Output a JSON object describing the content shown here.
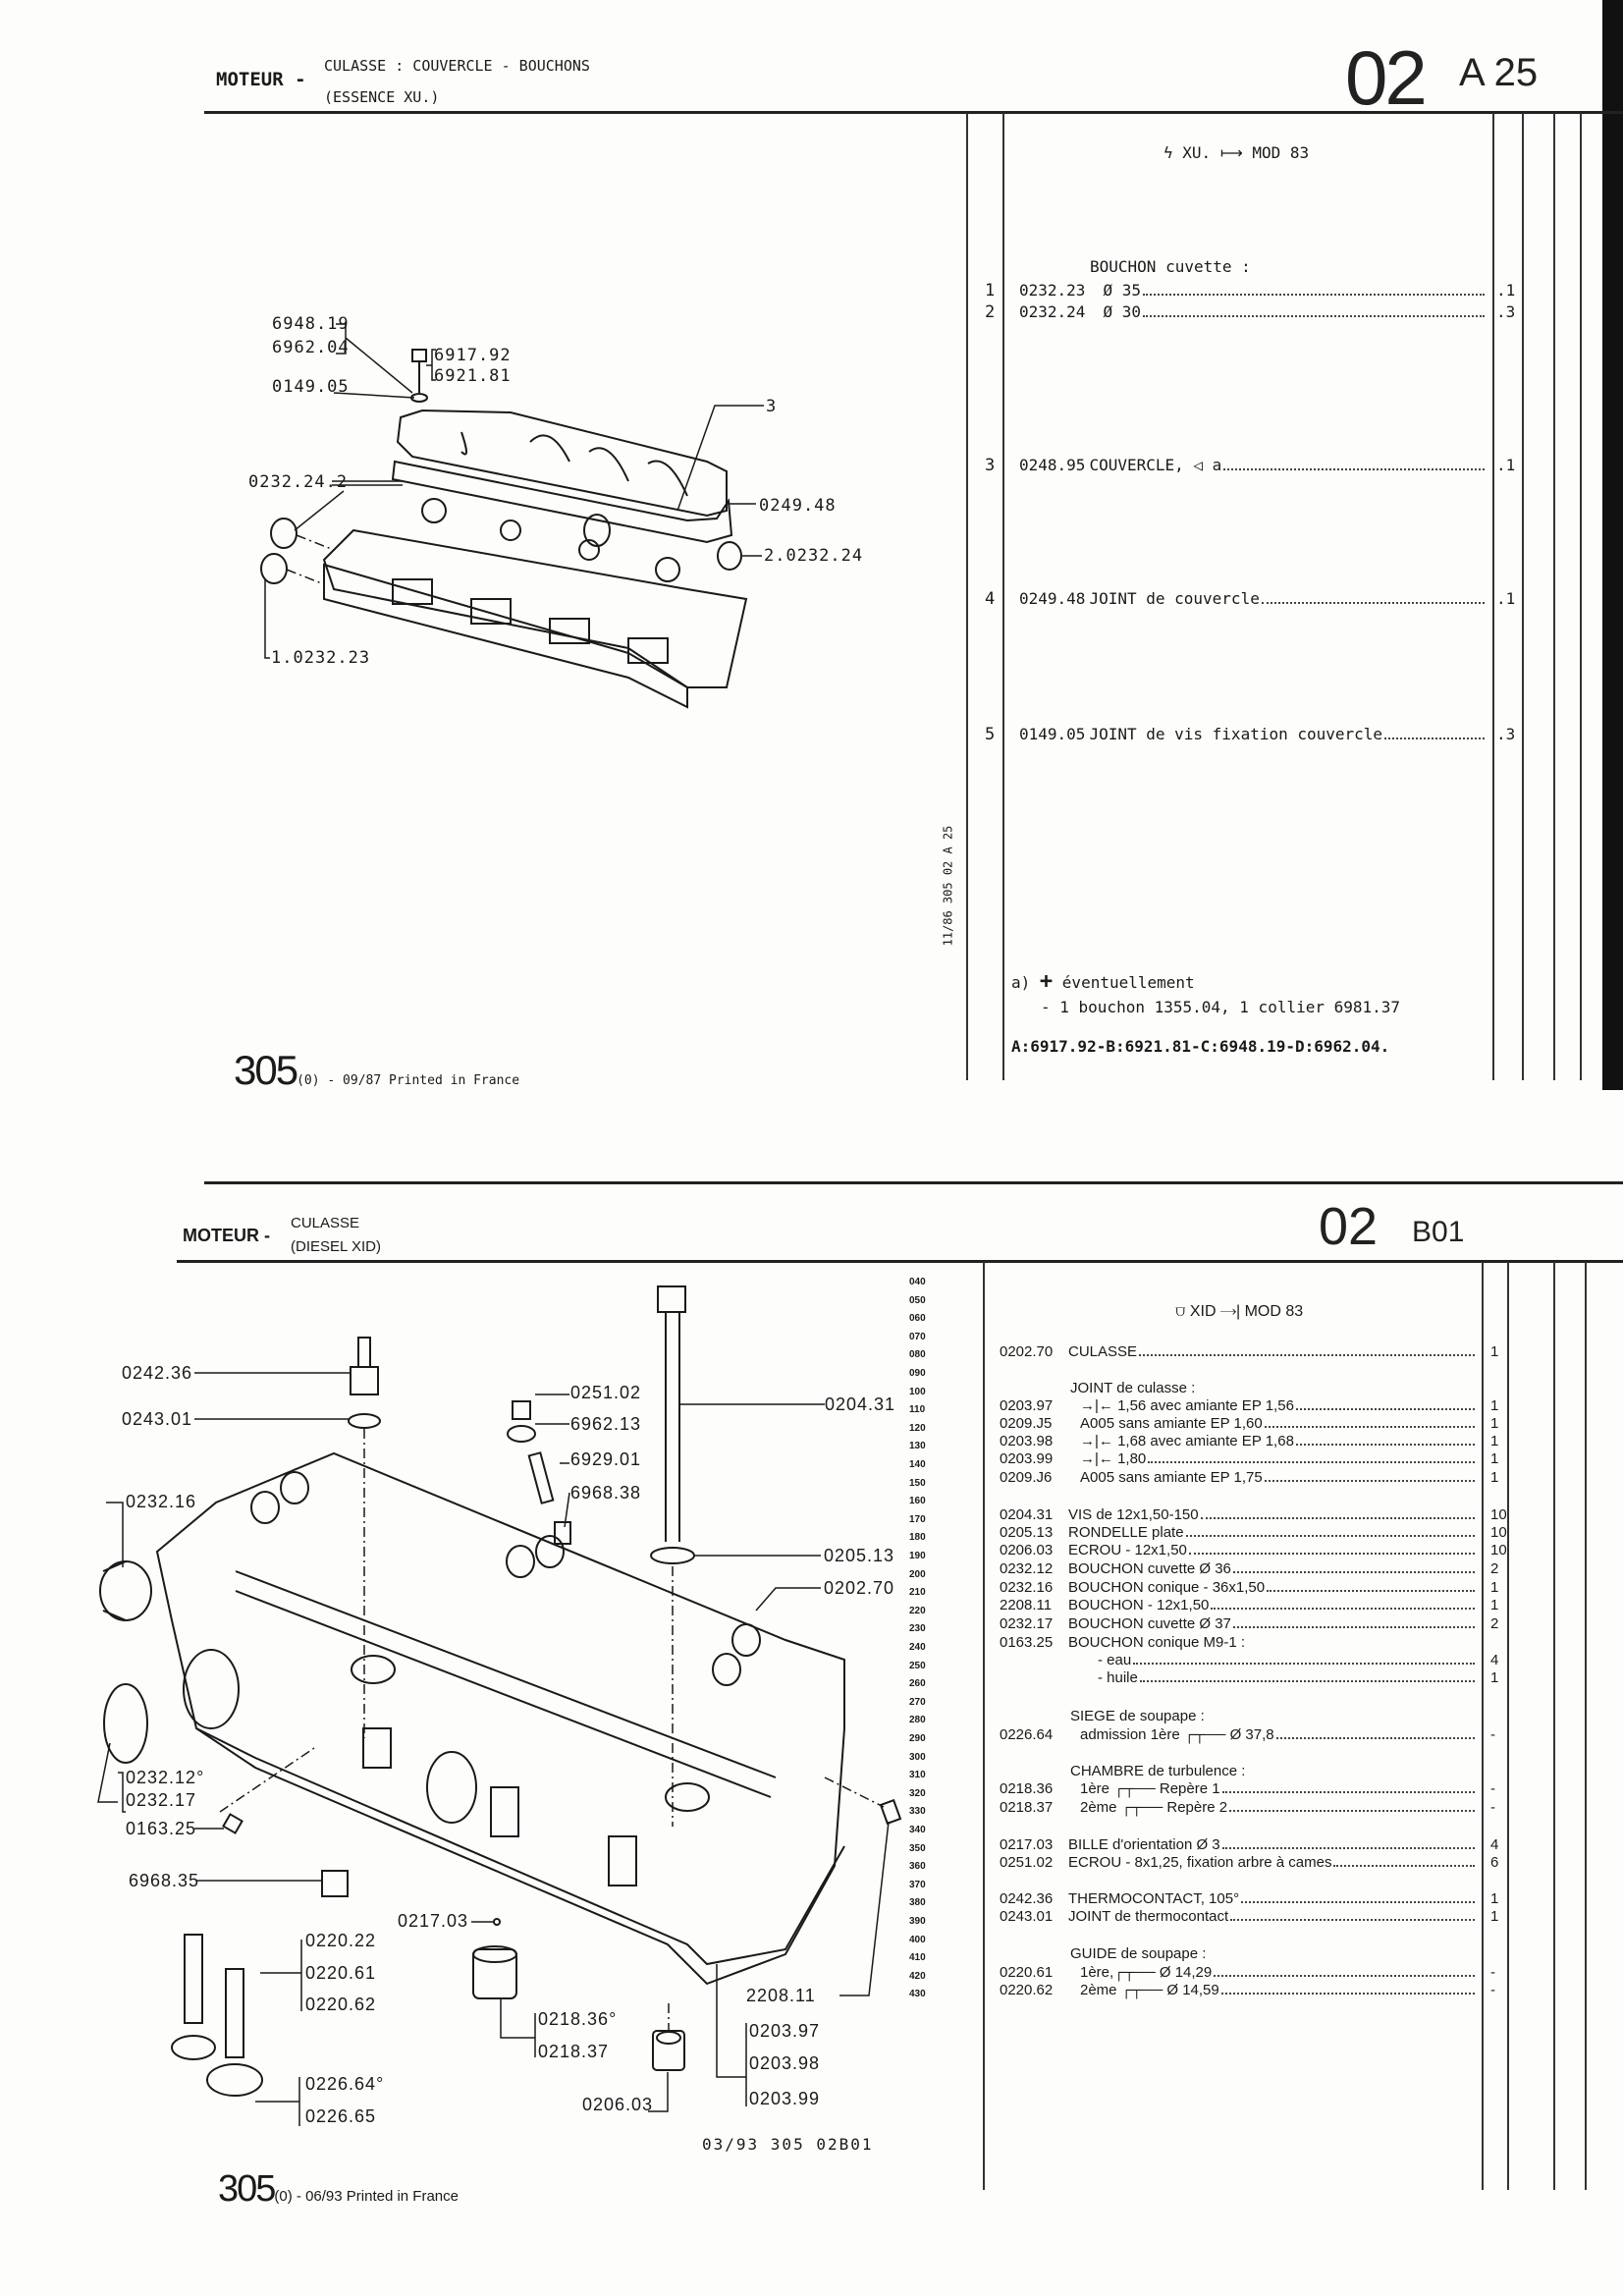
{
  "top_page": {
    "header": {
      "section": "MOTEUR -",
      "title_line1": "CULASSE : COUVERCLE - BOUCHONS",
      "title_line2": "(ESSENCE XU.)",
      "group": "02",
      "page": "A 25"
    },
    "applicability": {
      "icon": "lightning-icon",
      "engine": "XU.",
      "arrow": "from-arrow-icon",
      "model": "MOD 83"
    },
    "items": [
      {
        "ref": "",
        "code": "",
        "desc": "BOUCHON cuvette :",
        "qty": "",
        "header": true
      },
      {
        "ref": "1",
        "code": "0232.23",
        "desc": "Ø 35",
        "qty": ".1"
      },
      {
        "ref": "2",
        "code": "0232.24",
        "desc": "Ø 30",
        "qty": ".3"
      },
      {
        "ref": "3",
        "code": "0248.95",
        "desc": "COUVERCLE, ◁ a",
        "qty": ".1"
      },
      {
        "ref": "4",
        "code": "0249.48",
        "desc": "JOINT de couvercle",
        "qty": ".1"
      },
      {
        "ref": "5",
        "code": "0149.05",
        "desc": "JOINT de vis fixation couvercle",
        "qty": ".3"
      }
    ],
    "notes": {
      "marker": "a)",
      "plus": "+",
      "line1": "éventuellement",
      "line2": "- 1 bouchon 1355.04, 1 collier 6981.37",
      "line3": "A:6917.92-B:6921.81-C:6948.19-D:6962.04."
    },
    "side_reference": "11/86 305 02 A 25",
    "diagram_labels": [
      "6948.19",
      "6962.04",
      "6917.92",
      "6921.81",
      "0149.05",
      "3",
      "0232.24.2",
      "0249.48",
      "2.0232.24",
      "1.0232.23"
    ],
    "footer": {
      "model": "305",
      "text": "(0) - 09/87 Printed in France"
    }
  },
  "bottom_page": {
    "header": {
      "section": "MOTEUR -",
      "title_line1": "CULASSE",
      "title_line2": "(DIESEL XID)",
      "group": "02",
      "page": "B01"
    },
    "applicability": {
      "icon": "diesel-engine-icon",
      "engine": "XID",
      "arrow": "up-to-arrow-icon",
      "model": "MOD 83"
    },
    "items": [
      {
        "code": "0202.70",
        "desc": "CULASSE",
        "qty": "1"
      },
      {
        "code": "",
        "desc": "JOINT de culasse :",
        "qty": "",
        "header": true
      },
      {
        "code": "0203.97",
        "desc": "→|← 1,56 avec amiante EP 1,56",
        "qty": "1",
        "sub": true
      },
      {
        "code": "0209.J5",
        "desc": "A005 sans amiante EP 1,60",
        "qty": "1",
        "sub": true
      },
      {
        "code": "0203.98",
        "desc": "→|← 1,68 avec amiante EP 1,68",
        "qty": "1",
        "sub": true
      },
      {
        "code": "0203.99",
        "desc": "→|← 1,80",
        "qty": "1",
        "sub": true
      },
      {
        "code": "0209.J6",
        "desc": "A005 sans amiante EP 1,75",
        "qty": "1",
        "sub": true
      },
      {
        "code": "0204.31",
        "desc": "VIS de 12x1,50-150",
        "qty": "10"
      },
      {
        "code": "0205.13",
        "desc": "RONDELLE plate",
        "qty": "10"
      },
      {
        "code": "0206.03",
        "desc": "ECROU - 12x1,50",
        "qty": "10"
      },
      {
        "code": "0232.12",
        "desc": "BOUCHON cuvette Ø 36",
        "qty": "2"
      },
      {
        "code": "0232.16",
        "desc": "BOUCHON conique - 36x1,50",
        "qty": "1"
      },
      {
        "code": "2208.11",
        "desc": "BOUCHON - 12x1,50",
        "qty": "1"
      },
      {
        "code": "0232.17",
        "desc": "BOUCHON cuvette Ø 37",
        "qty": "2"
      },
      {
        "code": "0163.25",
        "desc": "BOUCHON conique M9-1 :",
        "qty": "",
        "header2": true
      },
      {
        "code": "",
        "desc": "- eau",
        "qty": "4",
        "sub2": true
      },
      {
        "code": "",
        "desc": "- huile",
        "qty": "1",
        "sub2": true
      },
      {
        "code": "",
        "desc": "SIEGE de soupape :",
        "qty": "",
        "header": true
      },
      {
        "code": "0226.64",
        "desc": "admission 1ère ┌┬── Ø 37,8",
        "qty": "-",
        "sub": true
      },
      {
        "code": "",
        "desc": "CHAMBRE de turbulence :",
        "qty": "",
        "header": true
      },
      {
        "code": "0218.36",
        "desc": "1ère ┌┬── Repère 1",
        "qty": "-",
        "sub": true
      },
      {
        "code": "0218.37",
        "desc": "2ème ┌┬── Repère 2",
        "qty": "-",
        "sub": true
      },
      {
        "code": "0217.03",
        "desc": "BILLE d'orientation Ø 3",
        "qty": "4"
      },
      {
        "code": "0251.02",
        "desc": "ECROU - 8x1,25, fixation arbre à cames",
        "qty": "6"
      },
      {
        "code": "0242.36",
        "desc": "THERMOCONTACT, 105°",
        "qty": "1"
      },
      {
        "code": "0243.01",
        "desc": "JOINT de thermocontact",
        "qty": "1"
      },
      {
        "code": "",
        "desc": "GUIDE de soupape :",
        "qty": "",
        "header": true
      },
      {
        "code": "0220.61",
        "desc": "1ère,┌┬── Ø 14,29",
        "qty": "-",
        "sub": true
      },
      {
        "code": "0220.62",
        "desc": "2ème ┌┬── Ø 14,59",
        "qty": "-",
        "sub": true
      }
    ],
    "ruler": [
      "040",
      "050",
      "060",
      "070",
      "080",
      "090",
      "100",
      "110",
      "120",
      "130",
      "140",
      "150",
      "160",
      "170",
      "180",
      "190",
      "200",
      "210",
      "220",
      "230",
      "240",
      "250",
      "260",
      "270",
      "280",
      "290",
      "300",
      "310",
      "320",
      "330",
      "340",
      "350",
      "360",
      "370",
      "380",
      "390",
      "400",
      "410",
      "420",
      "430"
    ],
    "diagram_labels": [
      "0242.36",
      "0243.01",
      "0251.02",
      "6962.13",
      "6929.01",
      "6968.38",
      "0204.31",
      "0232.16",
      "0205.13",
      "0202.70",
      "0232.12°",
      "0232.17",
      "0163.25",
      "6968.35",
      "0217.03",
      "0220.22",
      "0220.61",
      "0220.62",
      "2208.11",
      "0218.36°",
      "0218.37",
      "0203.97",
      "0203.98",
      "0226.64°",
      "0226.65",
      "0206.03",
      "0203.99"
    ],
    "drawing_reference": "03/93 305 02B01",
    "footer": {
      "model": "305",
      "text": "(0) - 06/93 Printed in France"
    }
  }
}
